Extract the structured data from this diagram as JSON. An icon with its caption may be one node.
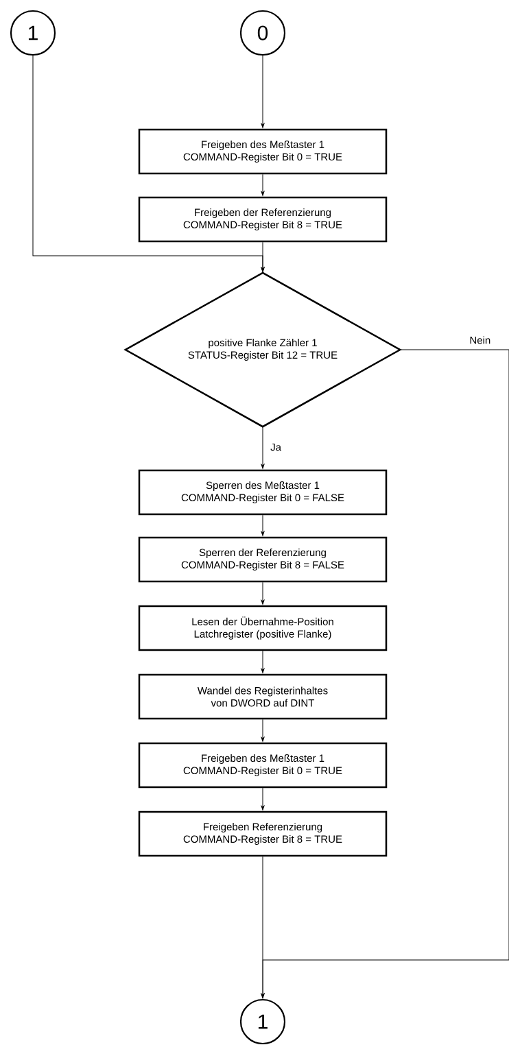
{
  "diagram": {
    "nodes": [
      {
        "text": [
          "1"
        ]
      },
      {
        "text": [
          "0"
        ]
      },
      {
        "text": [
          "Freigeben des Meßtaster 1",
          "COMMAND-Register Bit 0 = TRUE"
        ]
      },
      {
        "text": [
          "Freigeben der Referenzierung",
          "COMMAND-Register Bit 8 = TRUE"
        ]
      },
      {
        "text": [
          "positive Flanke Zähler 1",
          "STATUS-Register Bit 12 = TRUE"
        ]
      },
      {
        "text": [
          "Sperren des Meßtaster 1",
          "COMMAND-Register Bit 0 = FALSE"
        ]
      },
      {
        "text": [
          "Sperren der Referenzierung",
          "COMMAND-Register Bit 8 = FALSE"
        ]
      },
      {
        "text": [
          "Lesen der Übernahme-Position",
          "Latchregister (positive Flanke)"
        ]
      },
      {
        "text": [
          "Wandel des Registerinhaltes",
          "von DWORD auf DINT"
        ]
      },
      {
        "text": [
          "Freigeben des Meßtaster 1",
          "COMMAND-Register Bit 0 = TRUE"
        ]
      },
      {
        "text": [
          "Freigeben Referenzierung",
          "COMMAND-Register Bit 8 = TRUE"
        ]
      },
      {
        "text": [
          "1"
        ]
      }
    ],
    "edges": [
      {
        "from": 1,
        "to": 2,
        "arrow": "to"
      },
      {
        "from": 2,
        "to": 3,
        "arrow": "to"
      },
      {
        "from": 3,
        "to": 4,
        "arrow": "to"
      },
      {
        "from": 0,
        "to": 4,
        "arrow": "to"
      },
      {
        "from": 4,
        "to": 11,
        "arrow": "to",
        "label": "Nein"
      },
      {
        "from": 4,
        "to": 5,
        "arrow": "to",
        "label": "Ja"
      },
      {
        "from": 5,
        "to": 6,
        "arrow": "to"
      },
      {
        "from": 6,
        "to": 7,
        "arrow": "to"
      },
      {
        "from": 7,
        "to": 8,
        "arrow": "to"
      },
      {
        "from": 8,
        "to": 9,
        "arrow": "to"
      },
      {
        "from": 9,
        "to": 10,
        "arrow": "to"
      },
      {
        "from": 10,
        "to": 11,
        "arrow": "to"
      }
    ]
  }
}
